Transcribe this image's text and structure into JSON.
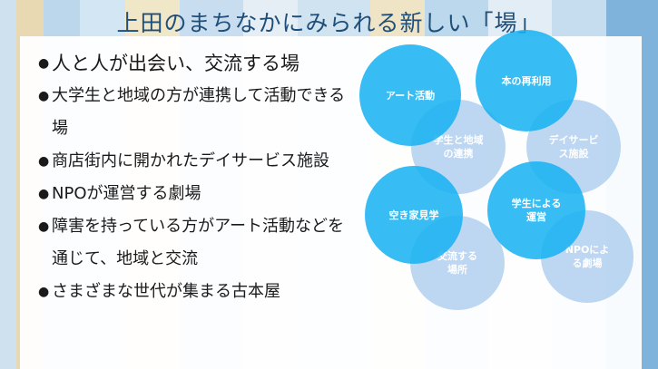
{
  "title": "上田のまちなかにみられる新しい「場」",
  "bullets": [
    {
      "mark": "●",
      "text": "人と人が出会い、交流する場"
    },
    {
      "mark": "●",
      "text": "大学生と地域の方が連携して活動できる場"
    },
    {
      "mark": "●",
      "text": "商店街内に開かれたデイサービス施設"
    },
    {
      "mark": "●",
      "text": "NPOが運営する劇場"
    },
    {
      "mark": "●",
      "text": "障害を持っている方がアート活動などを通じて、地域と交流"
    },
    {
      "mark": "●",
      "text": "さまざまな世代が集まる古本屋"
    }
  ],
  "bubbles": {
    "art": "アート活動",
    "books": "本の再利用",
    "students": "学生と地域\nの連携",
    "dayservice": "デイサービ\nス施設",
    "vacant": "空き家見学",
    "student_run": "学生による\n運営",
    "exchange": "交流する\n場所",
    "npo": "NPOによ\nる劇場"
  },
  "colors": {
    "title": "#1f4e79",
    "bubble_bright": "#16b2f2",
    "bubble_light": "#96bee8"
  }
}
